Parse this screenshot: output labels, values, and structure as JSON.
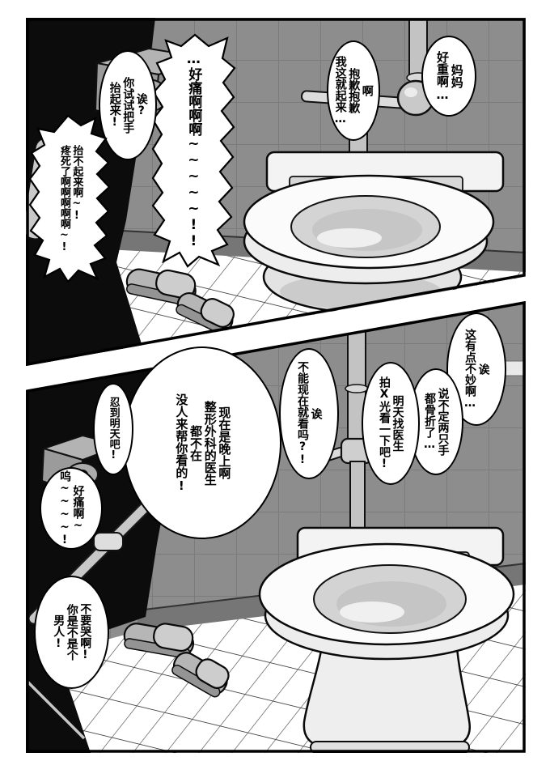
{
  "page": {
    "type": "black-and-white manga comic page",
    "language": "zh-Hans",
    "panel_count": 2
  },
  "bubbles": {
    "p1_sorry": "啊\n抱歉抱歉\n我这就起来…",
    "p1_mama": "妈妈\n好重啊…",
    "p1_pain": "…好痛啊啊啊~~~~~!!",
    "p1_try": "诶?\n你试试把手\n抬起来!",
    "p1_cant": "抬不起来啊~!\n疼死了啊啊啊啊啊~!",
    "p2_uhoh": "诶\n这有点不妙啊…",
    "p2_broken": "说不定两只手\n都骨折了…",
    "p2_xray": "明天找医生\n拍X光看一下吧!",
    "p2_now": "诶\n不能现在就看吗?!",
    "p2_night": "现在是晚上啊\n整形外科的医生\n都不在\n没人来帮你看的!",
    "p2_endure": "忍到明天吧!",
    "p2_hurts": "好痛啊~\n呜~~~~!",
    "p2_dontcry": "不要哭啊!\n你是不是个\n男人!"
  },
  "scene": {
    "panel1_objects": [
      "tiled-wall",
      "baseboard",
      "tiled-floor",
      "toilet",
      "flushometer-pipe",
      "flush-handle",
      "toilet-paper-dispenser",
      "grab-rail",
      "pair-of-slippers",
      "dark-foreground-area"
    ],
    "panel2_objects": [
      "tiled-wall",
      "baseboard",
      "tiled-floor",
      "toilet-full-view",
      "flushometer-pipe",
      "flush-handle",
      "toilet-paper-dispenser",
      "diagonal-rail",
      "pair-of-slippers",
      "dark-foreground-area"
    ]
  },
  "colors": {
    "ink": "#000000",
    "wall": "#8d8d8d",
    "wall_grout": "#7b7b7b",
    "baseboard": "#767676",
    "floor": "#ffffff",
    "floor_grid": "#4a4a4a",
    "dark_area": "#0c0c0c",
    "porcelain": "#f3f3f3",
    "bubble_fill": "#ffffff"
  }
}
